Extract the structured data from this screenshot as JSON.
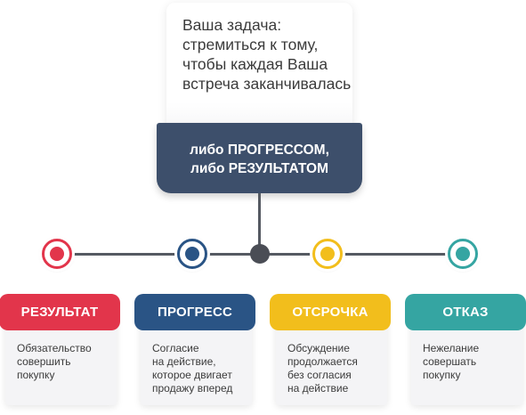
{
  "goal": {
    "lines": [
      "Ваша задача:",
      "стремиться к тому,",
      "чтобы каждая Ваша",
      "встреча заканчивалась"
    ]
  },
  "outcome": {
    "lines": [
      "либо ПРОГРЕССОМ,",
      "либо РЕЗУЛЬТАТОМ"
    ]
  },
  "categories": [
    {
      "title": "РЕЗУЛЬТАТ",
      "color": "#e2354b",
      "desc": [
        "Обязательство",
        "совершить",
        "покупку"
      ]
    },
    {
      "title": "ПРОГРЕСС",
      "color": "#2a5485",
      "desc": [
        "Согласие",
        "на действие,",
        "которое двигает",
        "продажу вперед"
      ]
    },
    {
      "title": "ОТСРОЧКА",
      "color": "#f2be1c",
      "desc": [
        "Обсуждение",
        "продолжается",
        "без согласия",
        "на действие"
      ]
    },
    {
      "title": "ОТКАЗ",
      "color": "#35a5a2",
      "desc": [
        "Нежелание",
        "совершать",
        "покупку"
      ]
    }
  ]
}
